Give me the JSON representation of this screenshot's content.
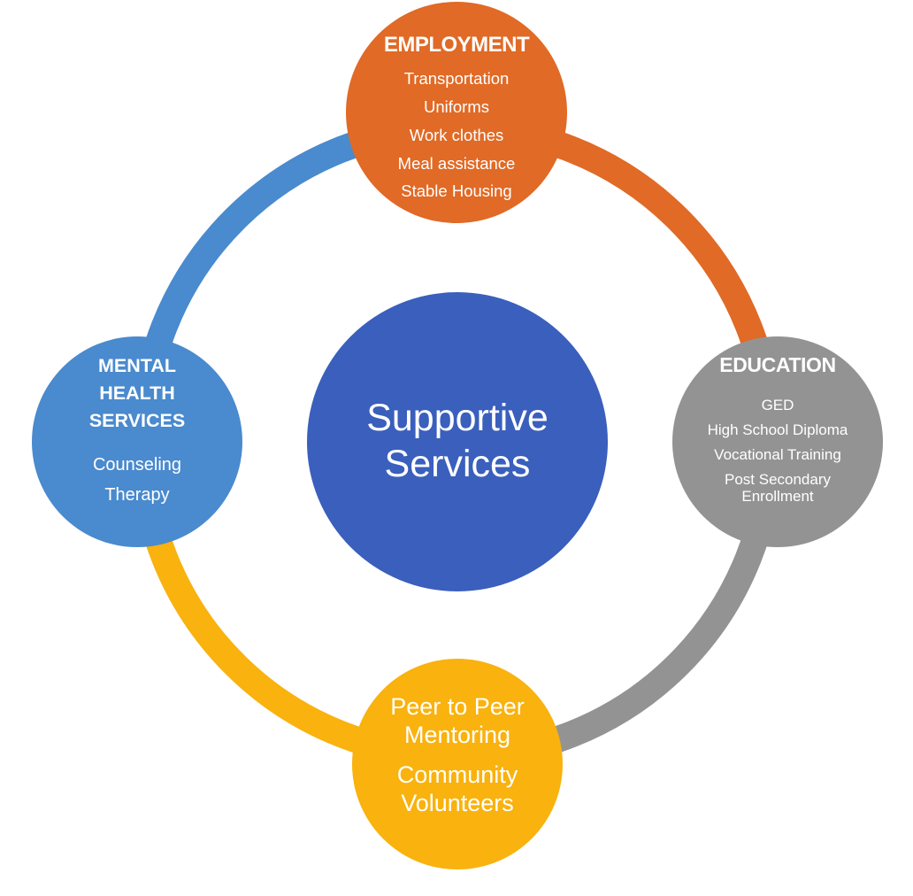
{
  "center": {
    "label": "Supportive Services",
    "color": "#3A5FBC"
  },
  "employment": {
    "title": "EMPLOYMENT",
    "items": [
      "Transportation",
      "Uniforms",
      "Work clothes",
      "Meal assistance",
      "Stable Housing"
    ],
    "color": "#E06A26"
  },
  "education": {
    "title": "EDUCATION",
    "items": [
      "GED",
      "High School Diploma",
      "Vocational Training",
      "Post Secondary Enrollment"
    ],
    "color": "#939393"
  },
  "peer": {
    "items": [
      "Peer to Peer Mentoring",
      "Community Volunteers"
    ],
    "color": "#F9B20E"
  },
  "mental_health": {
    "title": "MENTAL HEALTH SERVICES",
    "items": [
      "Counseling",
      "Therapy"
    ],
    "color": "#4A8ACE"
  },
  "ring": {
    "colors": {
      "top_right": "#E06A26",
      "bottom_right": "#939393",
      "bottom_left": "#F9B20E",
      "top_left": "#4A8ACE"
    }
  }
}
